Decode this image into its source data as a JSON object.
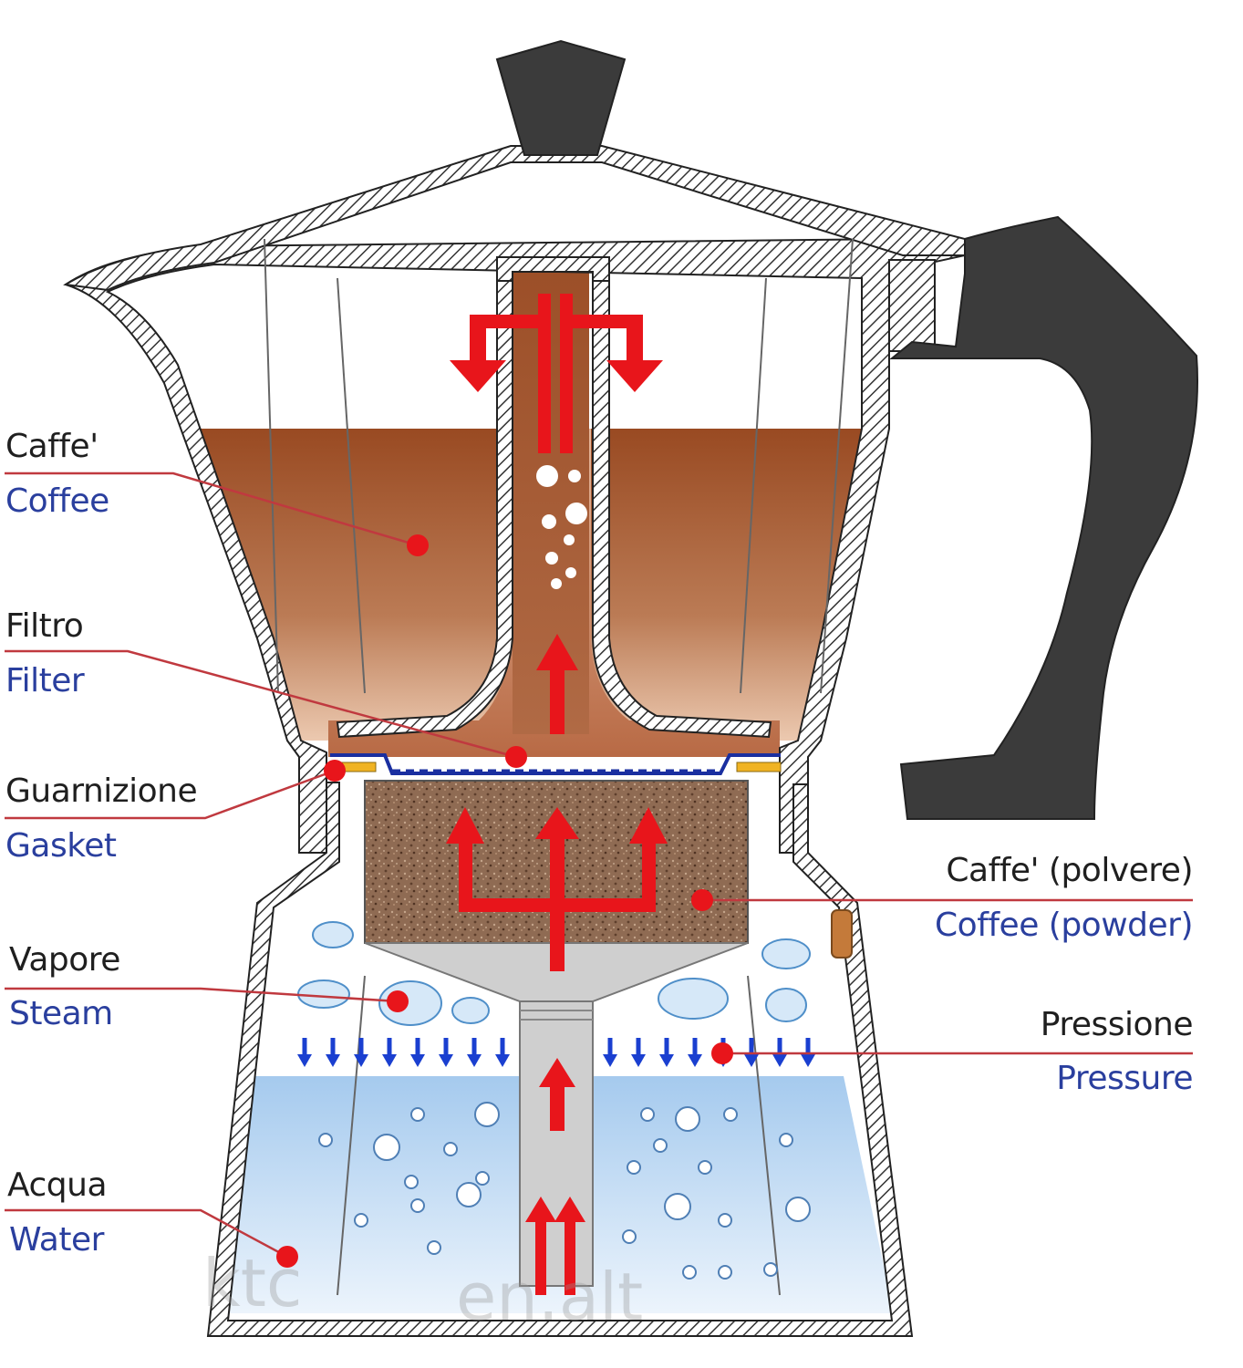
{
  "labels": {
    "coffee": {
      "it": "Caffe'",
      "en": "Coffee"
    },
    "filter": {
      "it": "Filtro",
      "en": "Filter"
    },
    "gasket": {
      "it": "Guarnizione",
      "en": "Gasket"
    },
    "steam": {
      "it": "Vapore",
      "en": "Steam"
    },
    "water": {
      "it": "Acqua",
      "en": "Water"
    },
    "coffee_powder": {
      "it": "Caffe' (polvere)",
      "en": "Coffee (powder)"
    },
    "pressure": {
      "it": "Pressione",
      "en": "Pressure"
    }
  },
  "watermark": {
    "left": "ktc",
    "right": "en.alt"
  },
  "colors": {
    "coffee_top": "#9b4f2a",
    "coffee_bottom": "#e9c2a3",
    "water_top": "#a9cdee",
    "water_bottom": "#eaf3fb",
    "arrow_red": "#e8151b",
    "pressure_blue": "#1a3fd0",
    "handle": "#3b3b3b",
    "leader": "#c0393f",
    "gasket": "#f0b323"
  }
}
